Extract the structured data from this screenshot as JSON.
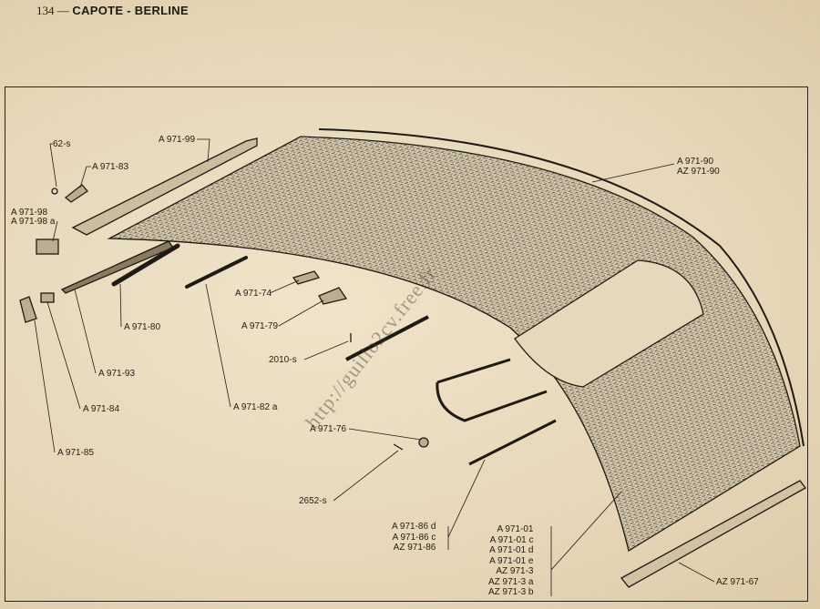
{
  "header": {
    "page_number": "134 —",
    "title": "CAPOTE - BERLINE"
  },
  "watermark": "http://guillo2cv.free.fr",
  "labels": {
    "a971_99": "A 971-99",
    "s62": "62-s",
    "a971_83": "A 971-83",
    "a971_98": "A 971-98",
    "a971_98a": "A 971-98 a",
    "a971_90": "A 971-90",
    "az971_90": "AZ 971-90",
    "a971_74": "A 971-74",
    "a971_79": "A 971-79",
    "a971_80": "A 971-80",
    "s2010": "2010-s",
    "a971_93": "A 971-93",
    "a971_84": "A 971-84",
    "a971_82a": "A 971-82 a",
    "a971_76": "A 971-76",
    "a971_85": "A 971-85",
    "s2652": "2652-s",
    "group86": [
      "A 971-86 d",
      "A 971-86 c",
      "AZ 971-86"
    ],
    "group01": [
      "A 971-01",
      "A 971-01 c",
      "A 971-01 d",
      "A 971-01 e",
      "AZ 971-3",
      "AZ 971-3 a",
      "AZ 971-3 b"
    ],
    "az971_67": "AZ 971-67"
  }
}
